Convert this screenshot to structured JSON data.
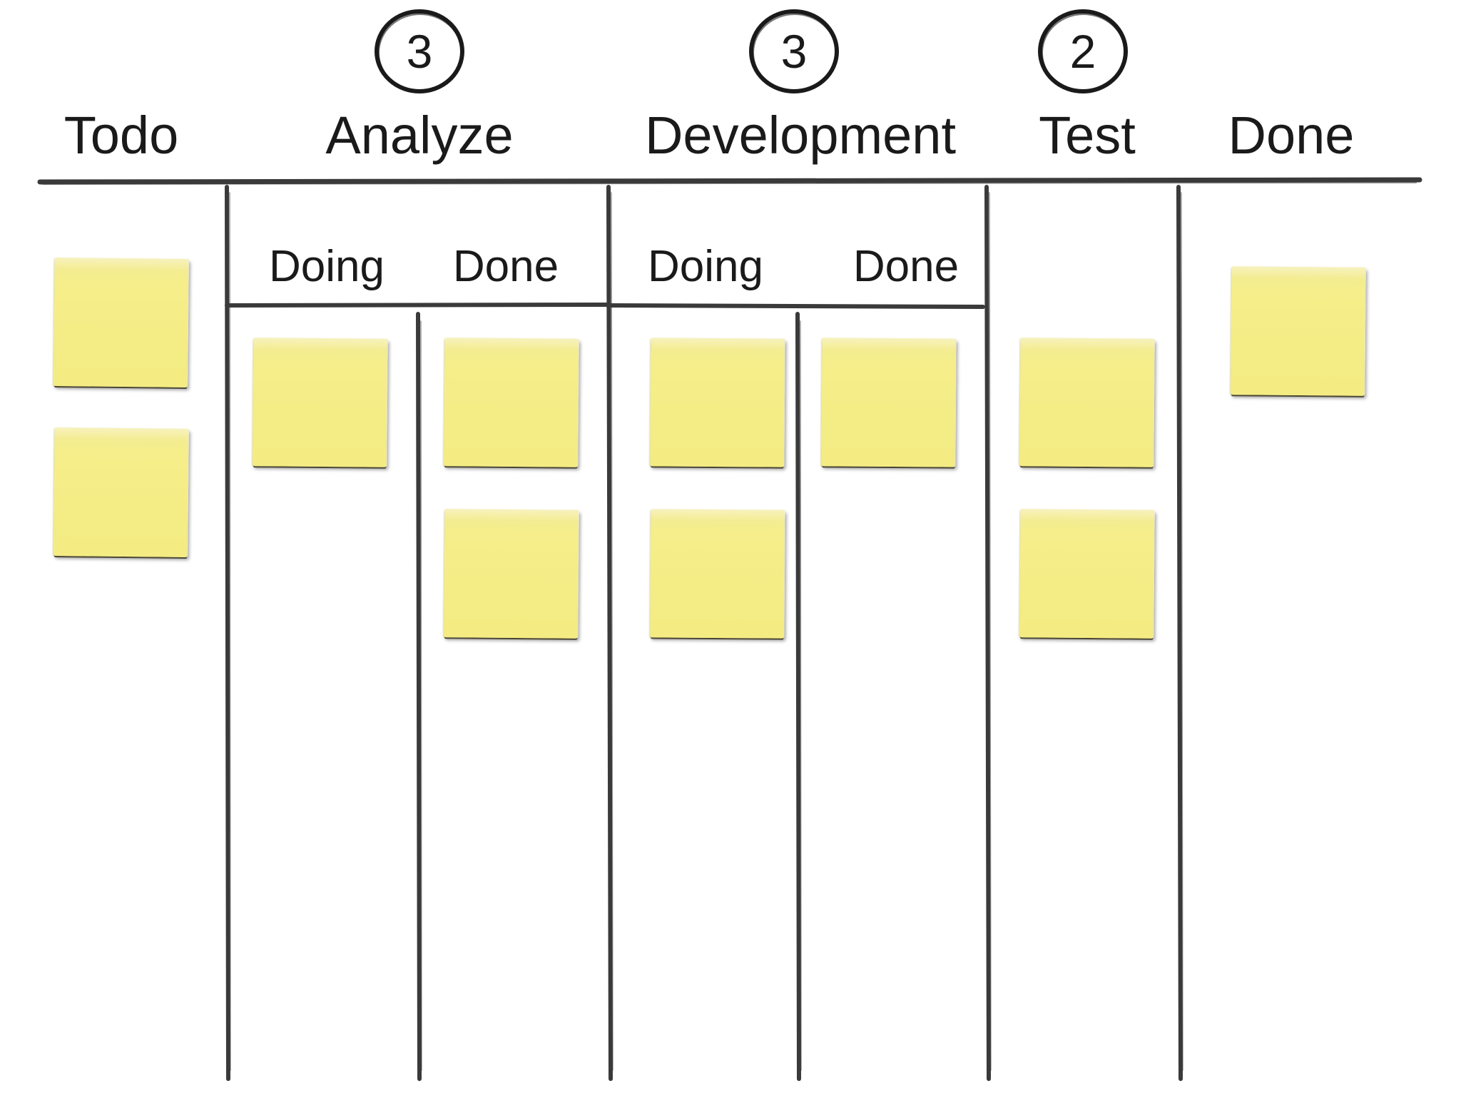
{
  "columns": {
    "todo": {
      "title": "Todo"
    },
    "analyze": {
      "title": "Analyze",
      "wip_limit": "3",
      "sub": {
        "doing": "Doing",
        "done": "Done"
      }
    },
    "development": {
      "title": "Development",
      "wip_limit": "3",
      "sub": {
        "doing": "Doing",
        "done": "Done"
      }
    },
    "test": {
      "title": "Test",
      "wip_limit": "2"
    },
    "done": {
      "title": "Done"
    }
  },
  "note_color": "#f4ec82",
  "line_color": "#3a3a3a"
}
